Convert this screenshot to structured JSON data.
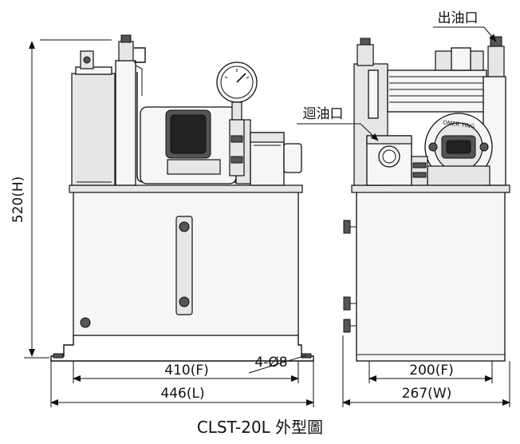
{
  "title": "CLST-20L 外型圖",
  "front_view": {
    "height_dim": "520(H)",
    "inner_width_dim": "410(F)",
    "outer_width_dim": "446(L)",
    "mounting_holes": "4-Ø8"
  },
  "side_view": {
    "inner_width_dim": "200(F)",
    "outer_width_dim": "267(W)",
    "outlet_label": "出油口",
    "return_label": "迴油口",
    "nameplate_text": "OMER YING"
  }
}
